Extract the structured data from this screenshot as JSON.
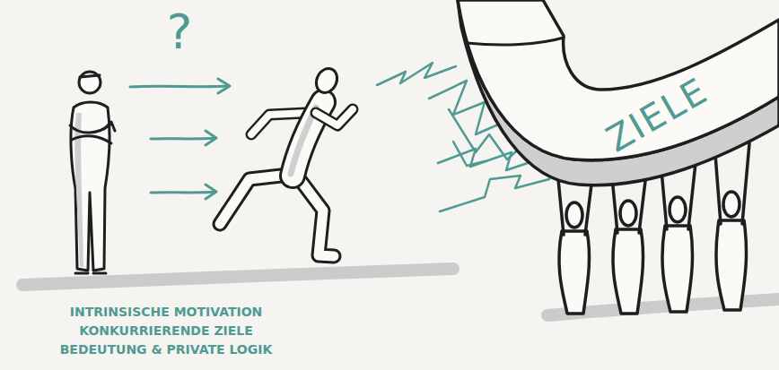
{
  "diagram": {
    "nodes": [
      {
        "text": [
          "ZIELE"
        ]
      }
    ],
    "labels": [
      "?",
      "INTRINSISCHE MOTIVATION",
      "KONKURRIERENDE ZIELE",
      "BEDEUTUNG & PRIVATE LOGIK"
    ]
  }
}
